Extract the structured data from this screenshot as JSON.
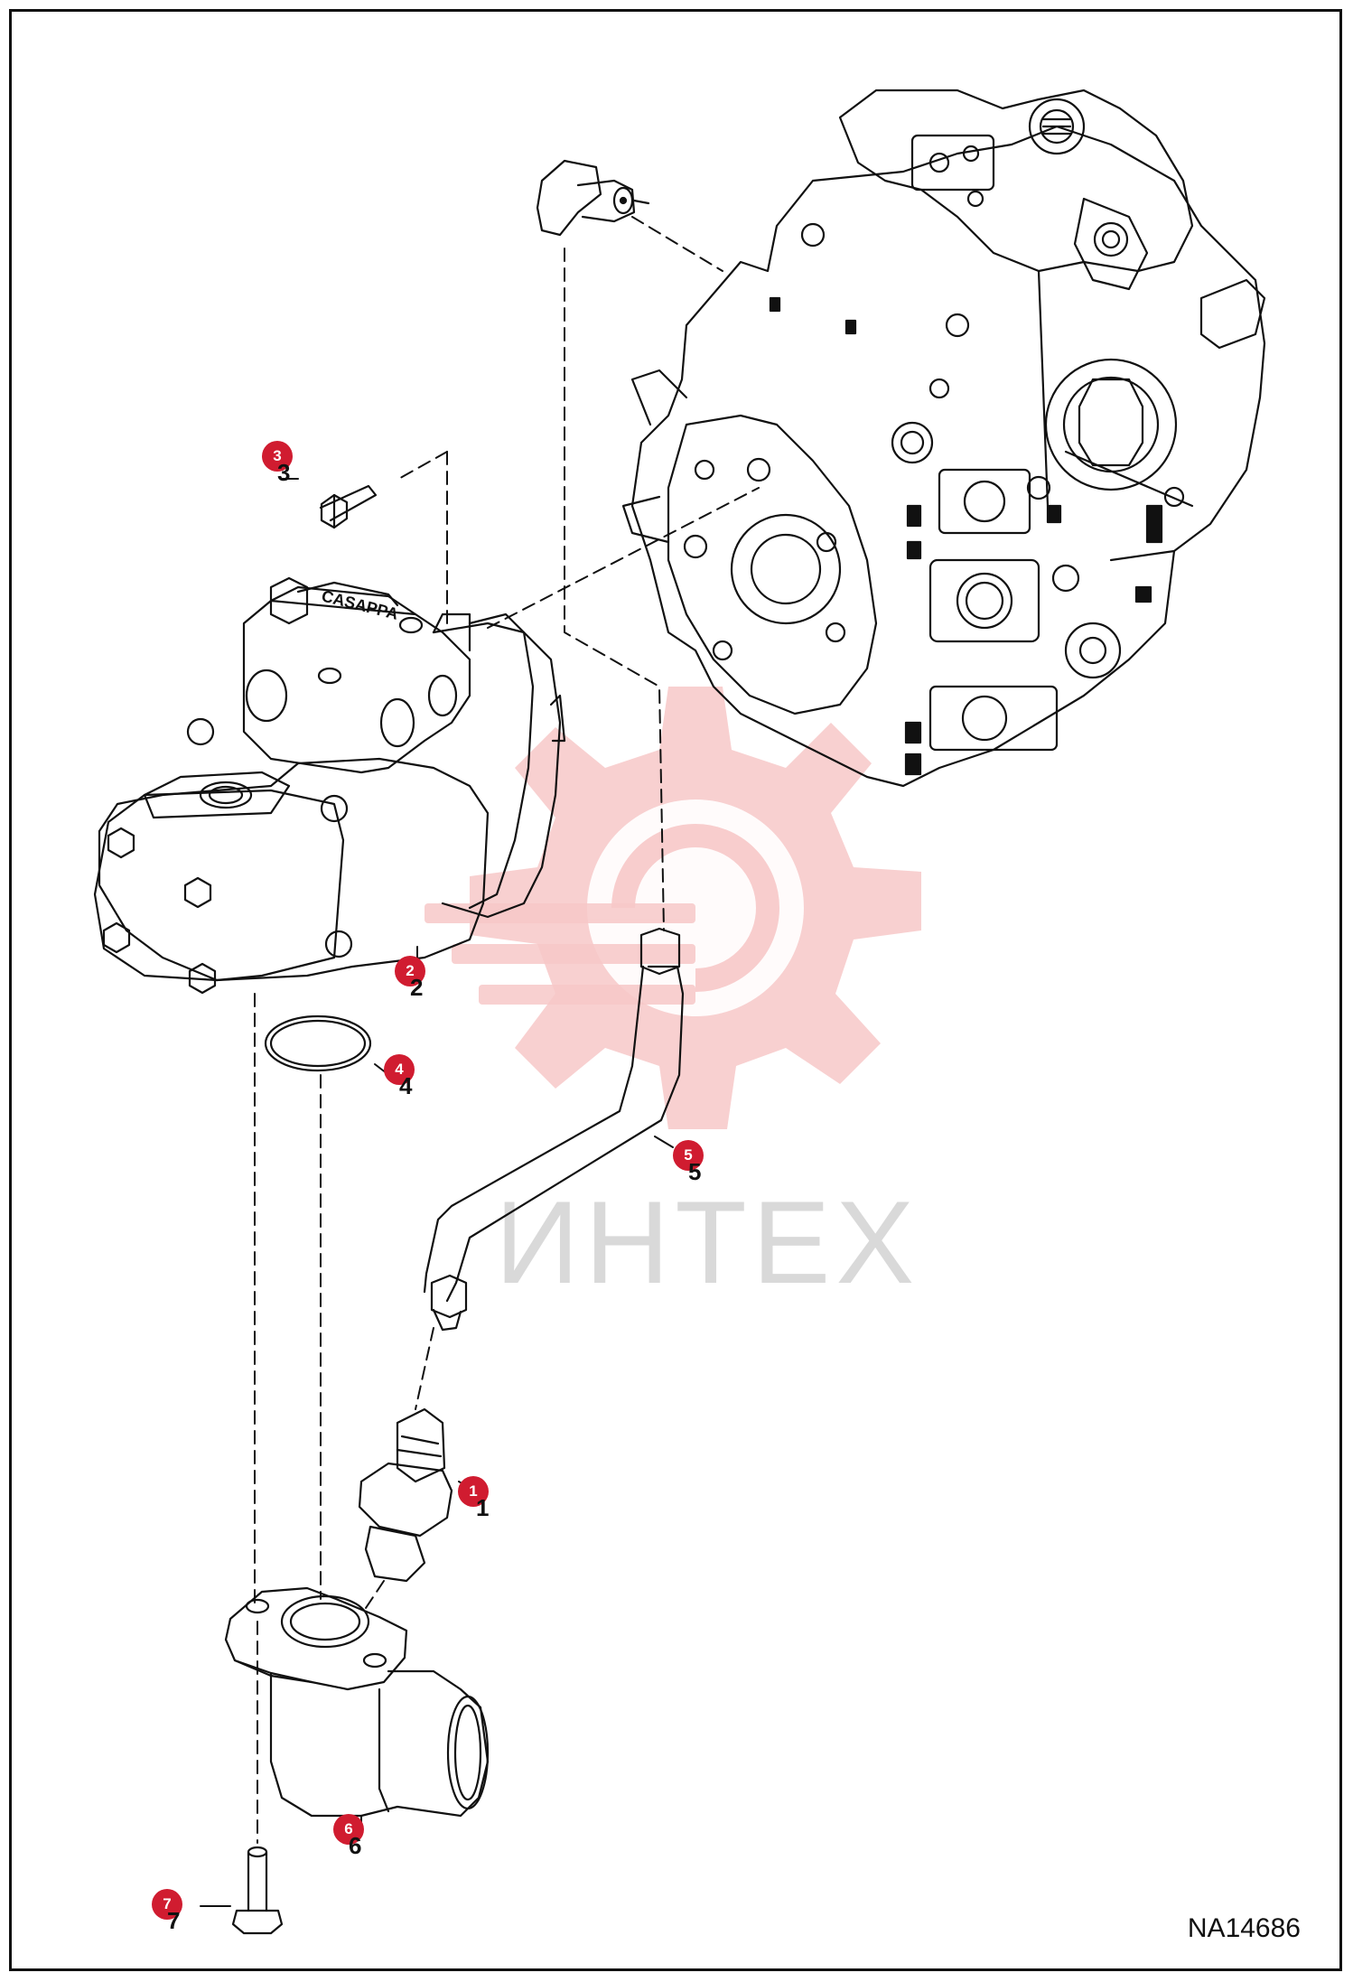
{
  "drawing_code": "NA14686",
  "watermark": {
    "text": "ИНТЕХ",
    "gear_color": "#f7c8c8",
    "text_color": "#d9d9d9"
  },
  "colors": {
    "callout": "#d01c30",
    "line": "#111111"
  },
  "callouts": [
    {
      "id": "1",
      "label": "1",
      "plain": "1"
    },
    {
      "id": "2",
      "label": "2",
      "plain": "2"
    },
    {
      "id": "3",
      "label": "3",
      "plain": "3"
    },
    {
      "id": "4",
      "label": "4",
      "plain": "4"
    },
    {
      "id": "5",
      "label": "5",
      "plain": "5"
    },
    {
      "id": "6",
      "label": "6",
      "plain": "6"
    },
    {
      "id": "7",
      "label": "7",
      "plain": "7"
    }
  ],
  "parts": [
    "pump-assembly-icon",
    "gear-pump-icon",
    "o-ring-icon",
    "bolt-icon",
    "tube-icon",
    "fitting-icon",
    "elbow-flange-icon",
    "flange-bolt-icon",
    "angle-fitting-icon"
  ],
  "plate_labels": {
    "gear_pump_brand": "CASAPPA"
  }
}
